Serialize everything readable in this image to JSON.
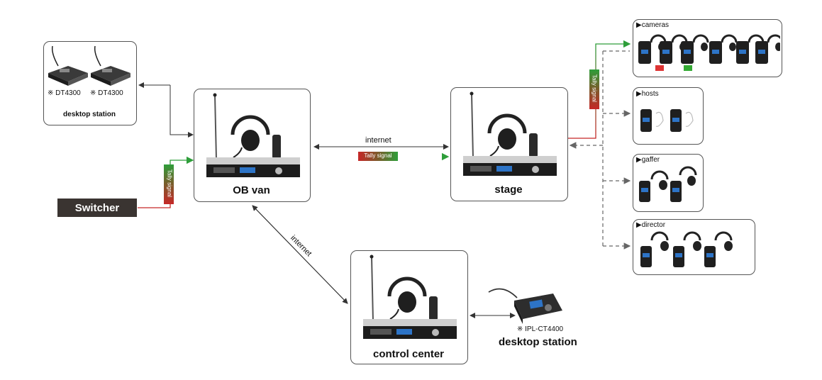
{
  "obvan": {
    "label": "OB van"
  },
  "stage": {
    "label": "stage"
  },
  "control": {
    "label": "control center"
  },
  "desk_left": {
    "label": "desktop station",
    "units": [
      "※ DT4300",
      "※ DT4300"
    ]
  },
  "desk_bottom": {
    "label": "desktop station",
    "model": "※ IPL-CT4400"
  },
  "switcher": {
    "label": "Switcher"
  },
  "links": {
    "internet_top": "internet",
    "internet_diag": "internet",
    "tally_mid": "Tally signal",
    "tally_left": "Tally signal",
    "tally_right": "Tally signal"
  },
  "groups": {
    "cameras": {
      "label": "cameras"
    },
    "hosts": {
      "label": "hosts"
    },
    "gaffer": {
      "label": "gaffer"
    },
    "director": {
      "label": "director"
    }
  },
  "colors": {
    "tally_red": "#c62828",
    "tally_green": "#2e9e3a",
    "line": "#333333",
    "dash": "#666666"
  }
}
